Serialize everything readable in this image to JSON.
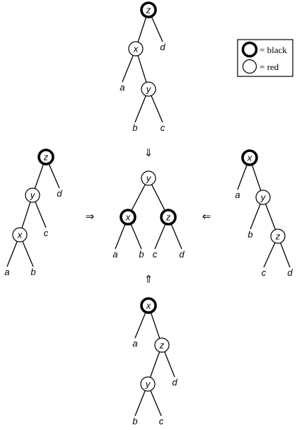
{
  "legend": {
    "black_label": "= black",
    "red_label": "= red"
  },
  "arrows": {
    "down": "⇓",
    "up": "⇑",
    "right": "⇒",
    "left": "⇐"
  },
  "trees": [
    {
      "id": "top",
      "nodes": [
        {
          "id": "z",
          "label": "z",
          "color": "black"
        },
        {
          "id": "x",
          "label": "x",
          "color": "red"
        },
        {
          "id": "y",
          "label": "y",
          "color": "red"
        }
      ],
      "leaves": [
        "a",
        "b",
        "c",
        "d"
      ]
    },
    {
      "id": "left",
      "nodes": [
        {
          "id": "z",
          "label": "z",
          "color": "black"
        },
        {
          "id": "y",
          "label": "y",
          "color": "red"
        },
        {
          "id": "x",
          "label": "x",
          "color": "red"
        }
      ],
      "leaves": [
        "a",
        "b",
        "c",
        "d"
      ]
    },
    {
      "id": "center",
      "nodes": [
        {
          "id": "y",
          "label": "y",
          "color": "red"
        },
        {
          "id": "x",
          "label": "x",
          "color": "black"
        },
        {
          "id": "z",
          "label": "z",
          "color": "black"
        }
      ],
      "leaves": [
        "a",
        "b",
        "c",
        "d"
      ]
    },
    {
      "id": "right",
      "nodes": [
        {
          "id": "x",
          "label": "x",
          "color": "black"
        },
        {
          "id": "y",
          "label": "y",
          "color": "red"
        },
        {
          "id": "z",
          "label": "z",
          "color": "red"
        }
      ],
      "leaves": [
        "a",
        "b",
        "c",
        "d"
      ]
    },
    {
      "id": "bottom",
      "nodes": [
        {
          "id": "x",
          "label": "x",
          "color": "black"
        },
        {
          "id": "z",
          "label": "z",
          "color": "red"
        },
        {
          "id": "y",
          "label": "y",
          "color": "red"
        }
      ],
      "leaves": [
        "a",
        "b",
        "c",
        "d"
      ]
    }
  ]
}
